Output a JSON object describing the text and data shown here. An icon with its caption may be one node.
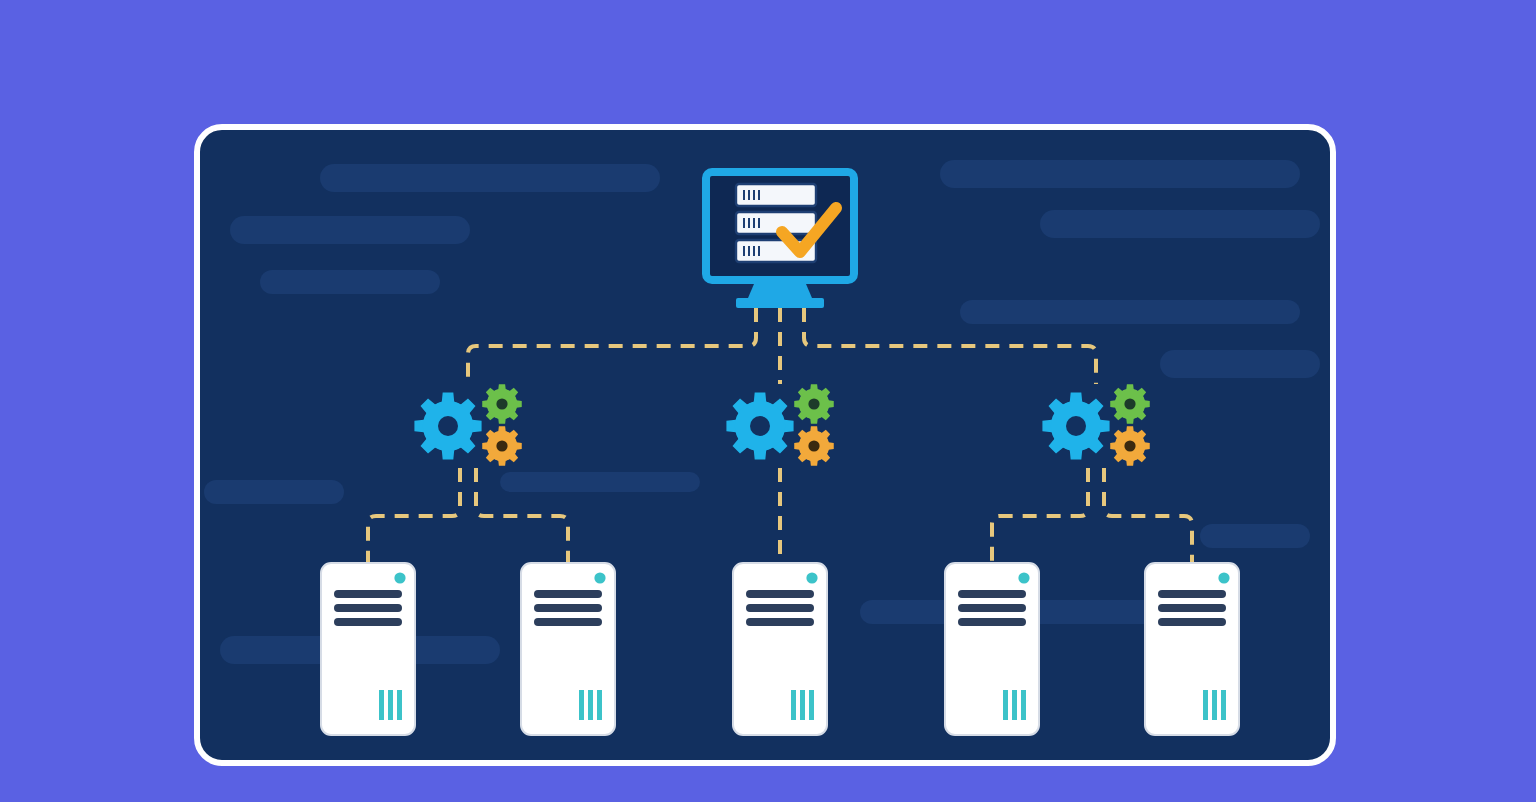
{
  "diagram": {
    "nodes": [
      {
        "text": [],
        "shape": "picture"
      },
      {
        "text": [],
        "shape": "picture"
      },
      {
        "text": [],
        "shape": "picture"
      },
      {
        "text": [],
        "shape": "picture"
      },
      {
        "text": [],
        "shape": "picture"
      },
      {
        "text": [],
        "shape": "picture"
      },
      {
        "text": [],
        "shape": "picture"
      },
      {
        "text": [],
        "shape": "picture"
      },
      {
        "text": [],
        "shape": "picture"
      }
    ],
    "edges": [
      {
        "from": 0,
        "to": 1,
        "arrow": "none",
        "style": "dashed"
      },
      {
        "from": 0,
        "to": 2,
        "arrow": "none",
        "style": "dashed"
      },
      {
        "from": 0,
        "to": 3,
        "arrow": "none",
        "style": "dashed"
      },
      {
        "from": 1,
        "to": 4,
        "arrow": "none",
        "style": "dashed"
      },
      {
        "from": 1,
        "to": 5,
        "arrow": "none",
        "style": "dashed"
      },
      {
        "from": 2,
        "to": 6,
        "arrow": "none",
        "style": "dashed"
      },
      {
        "from": 3,
        "to": 7,
        "arrow": "none",
        "style": "dashed"
      },
      {
        "from": 3,
        "to": 8,
        "arrow": "none",
        "style": "dashed"
      }
    ]
  }
}
